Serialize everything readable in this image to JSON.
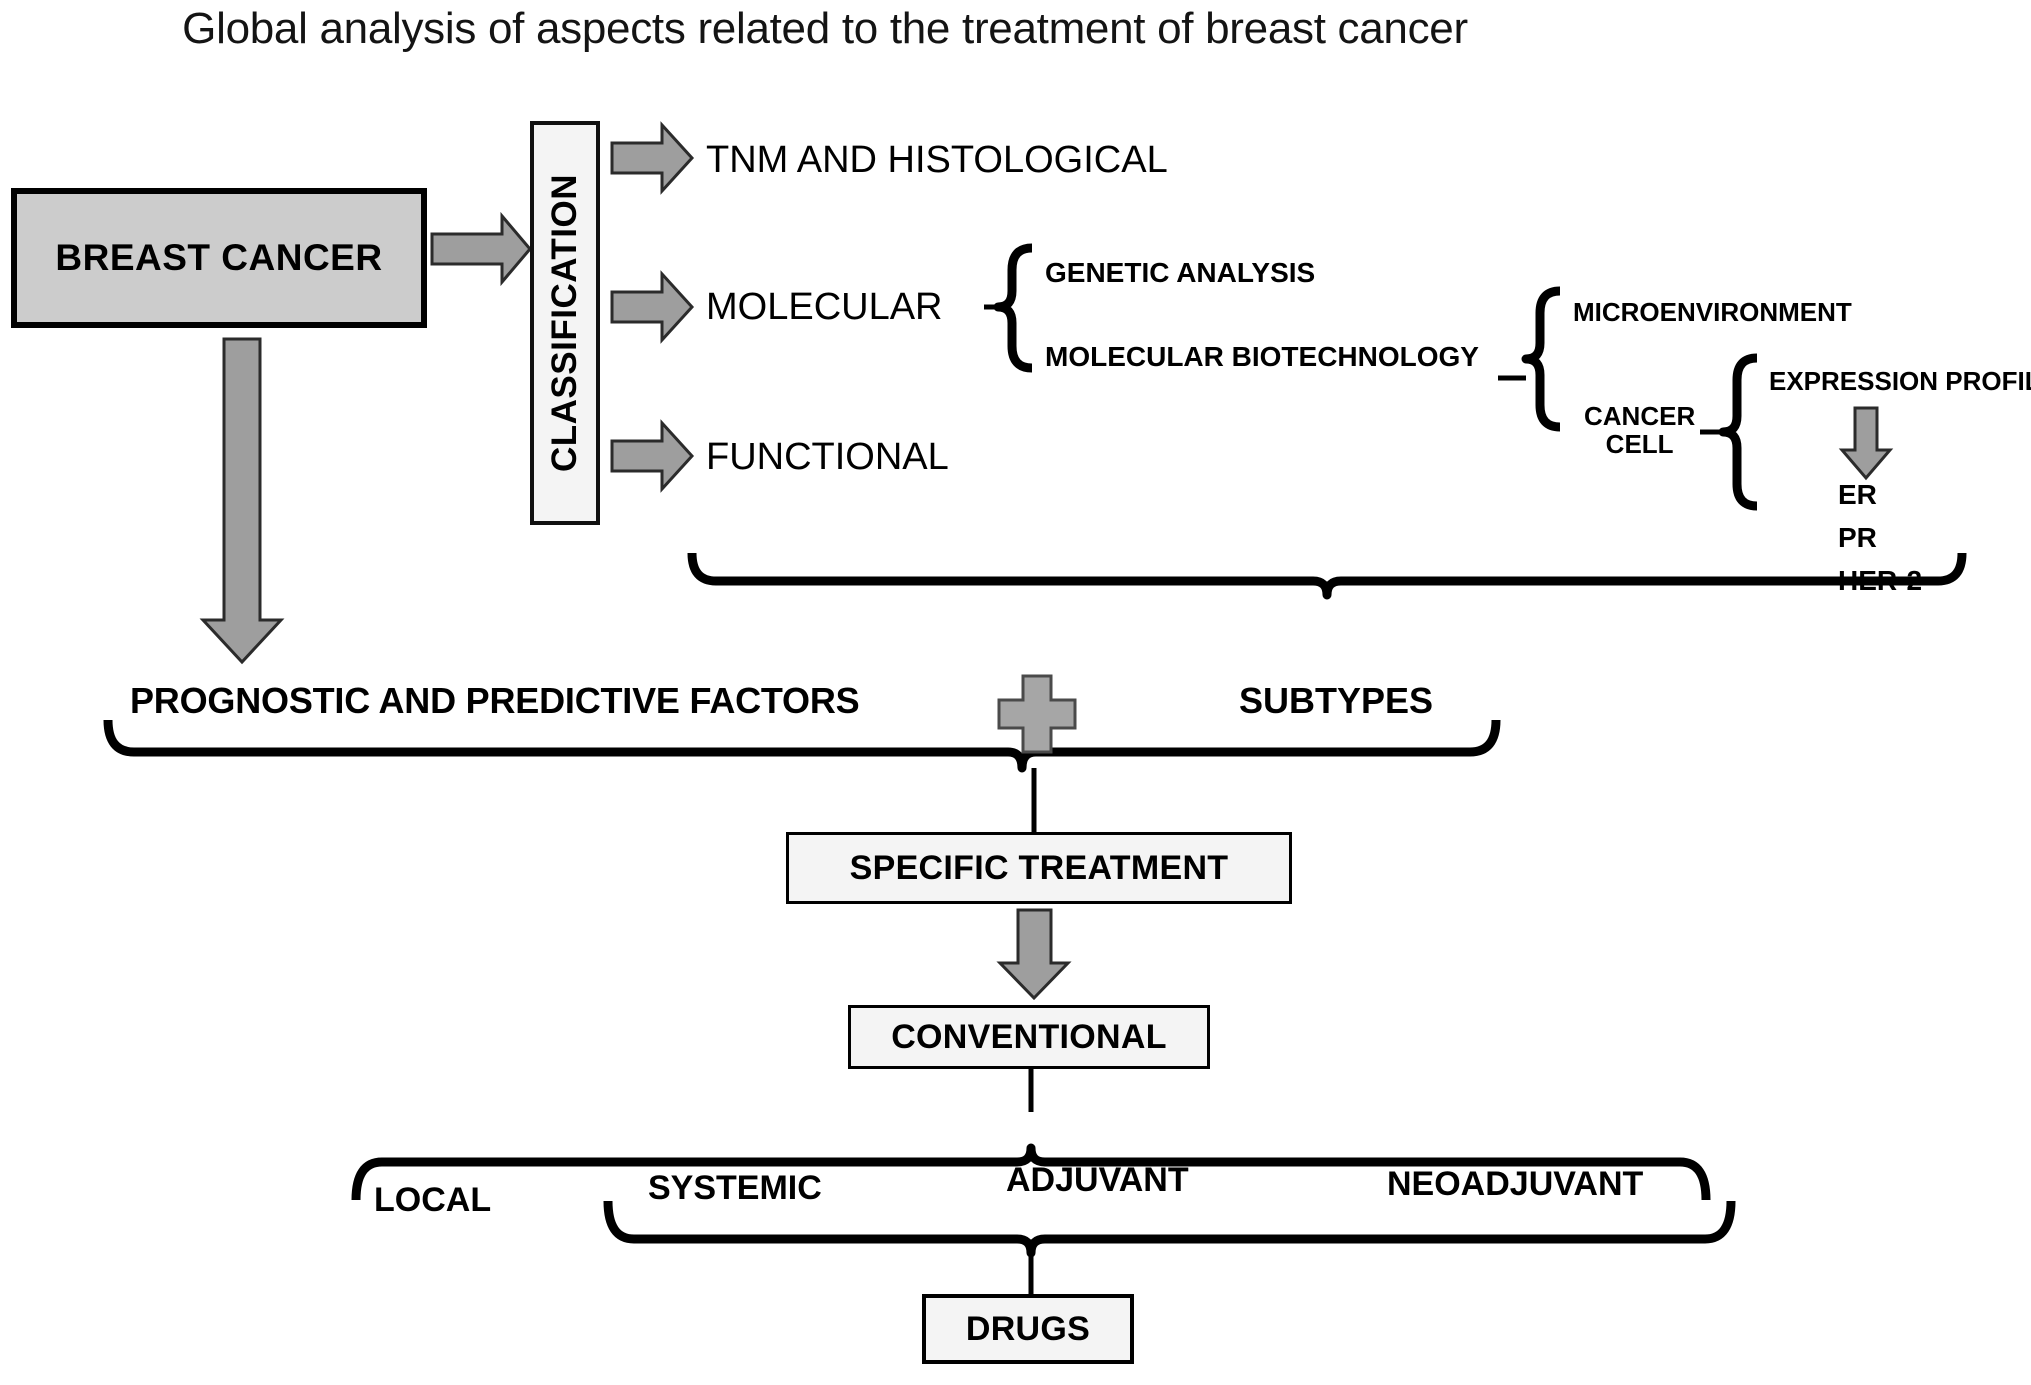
{
  "title": "Global analysis of aspects related to the treatment of breast cancer",
  "nodes": {
    "breast_cancer": "BREAST CANCER",
    "classification": "CLASSIFICATION",
    "specific_treatment": "SPECIFIC TREATMENT",
    "conventional": "CONVENTIONAL",
    "drugs": "DRUGS"
  },
  "classification_branches": [
    {
      "label": "TNM AND HISTOLOGICAL"
    },
    {
      "label": "MOLECULAR"
    },
    {
      "label": "FUNCTIONAL"
    }
  ],
  "molecular_methods": [
    {
      "label": "GENETIC ANALYSIS"
    },
    {
      "label": "MOLECULAR BIOTECHNOLOGY"
    }
  ],
  "biotech_targets": [
    {
      "label": "MICROENVIRONMENT"
    },
    {
      "label": "CANCER CELL"
    }
  ],
  "cancer_cell_analysis": {
    "method": "EXPRESSION PROFILE",
    "markers": [
      {
        "label": "ER"
      },
      {
        "label": "PR"
      },
      {
        "label": "HER-2"
      }
    ]
  },
  "combination": {
    "left": "PROGNOSTIC AND PREDICTIVE FACTORS",
    "operator": "+",
    "right": "SUBTYPES"
  },
  "treatment_modalities": [
    {
      "label": "LOCAL"
    },
    {
      "label": "SYSTEMIC"
    },
    {
      "label": "ADJUVANT"
    },
    {
      "label": "NEOADJUVANT"
    }
  ],
  "colors": {
    "box_fill_dark": "#cccccc",
    "box_fill_light": "#f4f4f4",
    "arrow_fill": "#9e9e9e",
    "plus_fill": "#a6a6a6",
    "stroke": "#000000"
  }
}
